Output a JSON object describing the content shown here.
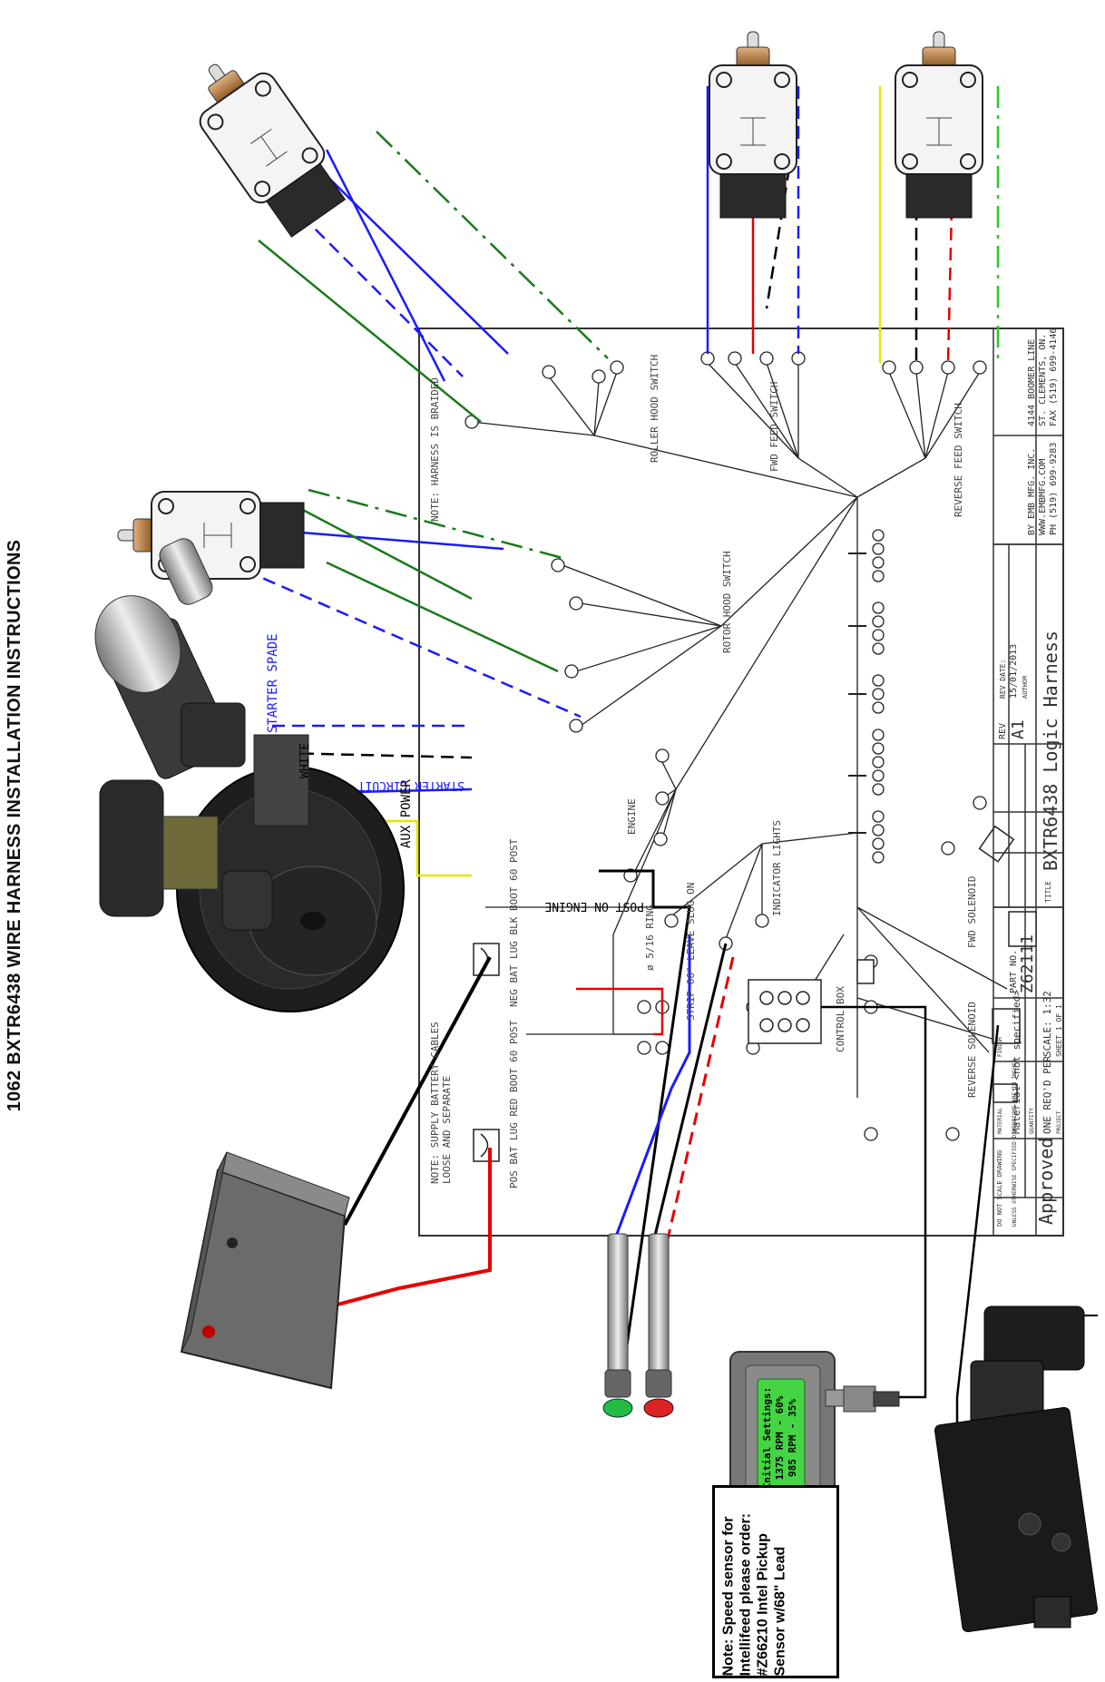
{
  "document": {
    "title": "1062 BXTR6438 WIRE HARNESS INSTALLATION INSTRUCTIONS",
    "note": "Note: Speed sensor for Intellifeed please order:\n#Z66210 Intel Pickup Sensor w/68\" Lead"
  },
  "engine_callouts": {
    "starter_spade": "STARTER SPADE",
    "white": "WHITE",
    "starter_circuit": "STARTER CIRCUIT",
    "aux_power": "AUX POWER",
    "post_on_engine": "POST ON ENGINE"
  },
  "controller": {
    "line1": "Initial Settings:",
    "line2": "1375 RPM - 60%",
    "line3": "985 RPM - 35%"
  },
  "harness_notes": {
    "braided": "NOTE: HARNESS IS BRAIDED",
    "battery": "NOTE: SUPPLY BATTERY CABLES",
    "battery2": "LOOSE AND SEPARATE"
  },
  "branches": {
    "roller_hood": "ROLLER HOOD SWITCH",
    "rotor_hood": "ROTOR HOOD SWITCH",
    "fwd_feed": "FWD FEED SWITCH",
    "reverse_feed": "REVERSE FEED SWITCH",
    "engine": "ENGINE",
    "indicator": "INDICATOR LIGHTS",
    "control_box": "CONTROL BOX",
    "fwd_solenoid": "FWD SOLENOID",
    "reverse_solenoid": "REVERSE SOLENOID",
    "neg_lug": "NEG BAT LUG BLK BOOT 60 POST",
    "pos_lug": "POS BAT LUG RED BOOT 60 POST",
    "strip1": "STRIP 06\" LEAVE SLUG ON",
    "ring": "ø 5/16 RING"
  },
  "title_block": {
    "approved": "Approved",
    "do_not_scale": "DO NOT SCALE DRAWING",
    "units": "UNLESS OTHERWISE SPECIFIED DIMENSIONS ARE IN INCHES",
    "material_label": "MATERIAL",
    "material": "Material <not specified>",
    "quantity_label": "QUANTITY",
    "quantity": "ONE REQ'D PER",
    "project_label": "PROJECT",
    "finish_label": "FINISH",
    "part_no_label": "PART NO.",
    "part_no": "Z62111",
    "scale": "SCALE: 1:32",
    "sheet": "SHEET 1 OF 1",
    "title_label": "TITLE",
    "title": "BXTR6438 Logic Harness",
    "rev_label": "REV",
    "rev": "A1",
    "rev_date_label": "REV DATE:",
    "rev_date": "15/01/2013",
    "author_label": "AUTHOR",
    "company": "BY EMB MFG. INC.",
    "company_web": "WWW.EMBMFG.COM",
    "company_phone": "PH (519) 699-9283",
    "address1": "4144 BOOMER LINE",
    "address2": "ST. CLEMENTS, ON.",
    "fax": "FAX (519) 699-4146"
  },
  "colors": {
    "blue": "#1a1aff",
    "red": "#e60000",
    "green": "#1a7a1a",
    "lime": "#22cc22",
    "yellow": "#e6e600",
    "black": "#000000"
  }
}
